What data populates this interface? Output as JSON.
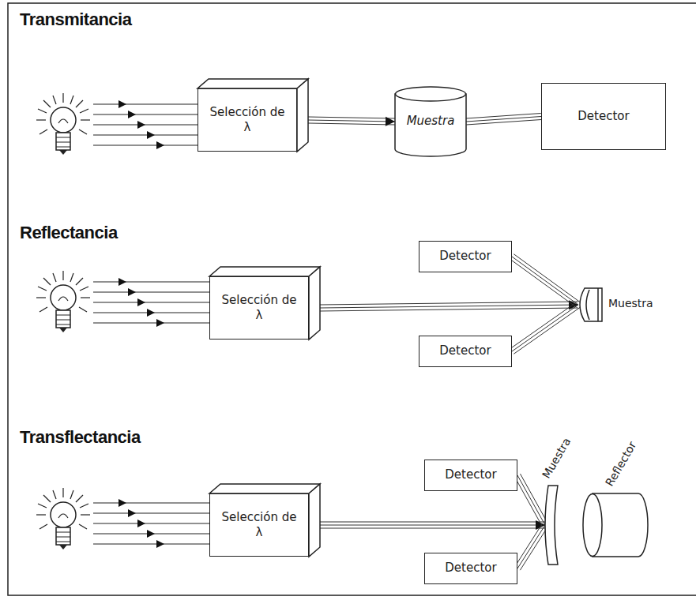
{
  "diagram": {
    "nodes": [
      {
        "text": [
          "Selección de λ"
        ]
      },
      {
        "text": [
          "Muestra"
        ]
      },
      {
        "text": [
          "Detector"
        ]
      },
      {
        "text": [
          "Selección de λ"
        ]
      },
      {
        "text": [
          "Detector"
        ]
      },
      {
        "text": [
          "Detector"
        ]
      },
      {
        "text": [
          "Muestra"
        ]
      },
      {
        "text": [
          "Selección de λ"
        ]
      },
      {
        "text": [
          "Detector"
        ]
      },
      {
        "text": [
          "Detector"
        ]
      },
      {
        "text": [
          "Muestra"
        ]
      },
      {
        "text": [
          "Reflector"
        ]
      }
    ],
    "edges": [
      {
        "from": 0,
        "to": 1,
        "arrow": "to"
      },
      {
        "from": 1,
        "to": 2,
        "arrow": "none"
      },
      {
        "from": 3,
        "to": 6,
        "arrow": "to"
      },
      {
        "from": 6,
        "to": 4,
        "arrow": "none"
      },
      {
        "from": 6,
        "to": 5,
        "arrow": "none"
      },
      {
        "from": 7,
        "to": 10,
        "arrow": "to"
      },
      {
        "from": 10,
        "to": 8,
        "arrow": "none"
      },
      {
        "from": 10,
        "to": 9,
        "arrow": "none"
      }
    ],
    "labels": [
      "Transmitancia",
      "Reflectancia",
      "Transflectancia"
    ]
  }
}
